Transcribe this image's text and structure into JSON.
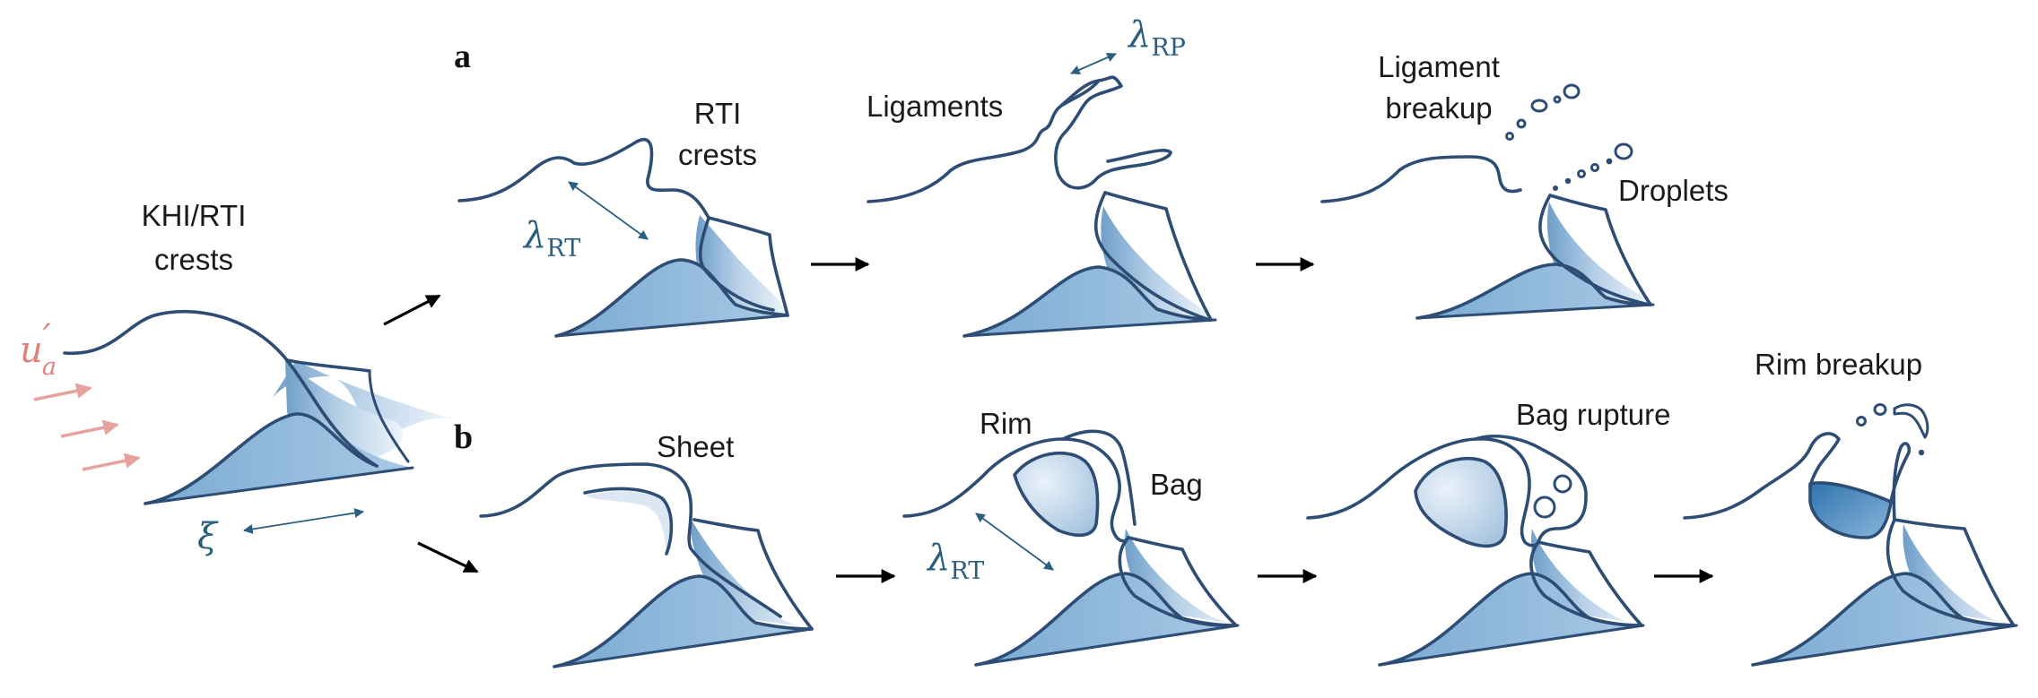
{
  "labels": {
    "panel_a": "a",
    "panel_b": "b",
    "khi_rti_line1": "KHI/RTI",
    "khi_rti_line2": "crests",
    "rti_line1": "RTI",
    "rti_line2": "crests",
    "ligaments": "Ligaments",
    "ligament_breakup_line1": "Ligament",
    "ligament_breakup_line2": "breakup",
    "droplets": "Droplets",
    "sheet": "Sheet",
    "rim": "Rim",
    "bag": "Bag",
    "bag_rupture": "Bag rupture",
    "rim_breakup": "Rim breakup"
  },
  "symbols": {
    "velocity": "u",
    "velocity_prime": "′",
    "velocity_sub": "a",
    "xi": "ξ",
    "lambda": "λ",
    "rt_sub": "RT",
    "rp_sub": "RP"
  },
  "colors": {
    "outline": "#2e4d75",
    "fill_blue": "#8fb8d9",
    "fill_light": "#c9ddee",
    "annotation": "#2a5f80",
    "velocity_arrow": "#e8a29e",
    "text": "#1a1a1a"
  }
}
